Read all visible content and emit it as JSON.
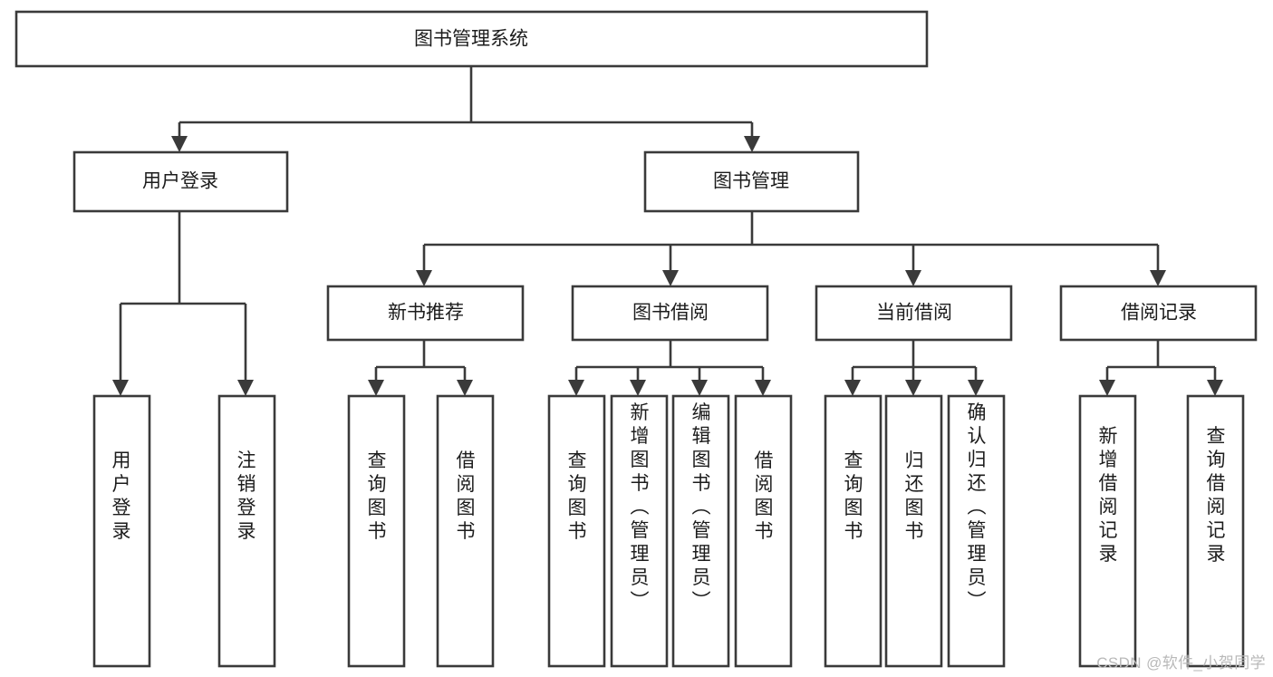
{
  "diagram": {
    "type": "tree-hierarchy-chart",
    "title": "图书管理系统",
    "watermark": "CSDN @软件_小贺同学",
    "colors": {
      "stroke": "#3a3a3a",
      "fill": "#ffffff",
      "text": "#1c1c1c",
      "watermark": "#b9b9b9"
    },
    "levels": [
      {
        "level": 1,
        "nodes": [
          {
            "id": "root",
            "label": "图书管理系统",
            "orientation": "horizontal"
          }
        ]
      },
      {
        "level": 2,
        "nodes": [
          {
            "id": "user-login",
            "label": "用户登录",
            "orientation": "horizontal",
            "parent": "root"
          },
          {
            "id": "book-manage",
            "label": "图书管理",
            "orientation": "horizontal",
            "parent": "root"
          }
        ]
      },
      {
        "level": 3,
        "nodes": [
          {
            "id": "new-book-rec",
            "label": "新书推荐",
            "orientation": "horizontal",
            "parent": "book-manage"
          },
          {
            "id": "book-borrow",
            "label": "图书借阅",
            "orientation": "horizontal",
            "parent": "book-manage"
          },
          {
            "id": "current-borrow",
            "label": "当前借阅",
            "orientation": "horizontal",
            "parent": "book-manage"
          },
          {
            "id": "borrow-record",
            "label": "借阅记录",
            "orientation": "horizontal",
            "parent": "book-manage"
          }
        ]
      },
      {
        "level": 4,
        "nodes": [
          {
            "id": "leaf-user-login",
            "label": "用户登录",
            "orientation": "vertical",
            "parent": "user-login"
          },
          {
            "id": "leaf-user-logout",
            "label": "注销登录",
            "orientation": "vertical",
            "parent": "user-login"
          },
          {
            "id": "leaf-query-book-1",
            "label": "查询图书",
            "orientation": "vertical",
            "parent": "new-book-rec"
          },
          {
            "id": "leaf-borrow-book-1",
            "label": "借阅图书",
            "orientation": "vertical",
            "parent": "new-book-rec"
          },
          {
            "id": "leaf-query-book-2",
            "label": "查询图书",
            "orientation": "vertical",
            "parent": "book-borrow"
          },
          {
            "id": "leaf-add-book",
            "label": "新增图书（管理员）",
            "orientation": "vertical",
            "parent": "book-borrow"
          },
          {
            "id": "leaf-edit-book",
            "label": "编辑图书（管理员）",
            "orientation": "vertical",
            "parent": "book-borrow"
          },
          {
            "id": "leaf-borrow-book-2",
            "label": "借阅图书",
            "orientation": "vertical",
            "parent": "book-borrow"
          },
          {
            "id": "leaf-query-book-3",
            "label": "查询图书",
            "orientation": "vertical",
            "parent": "current-borrow"
          },
          {
            "id": "leaf-return-book",
            "label": "归还图书",
            "orientation": "vertical",
            "parent": "current-borrow"
          },
          {
            "id": "leaf-confirm-return",
            "label": "确认归还（管理员）",
            "orientation": "vertical",
            "parent": "current-borrow"
          },
          {
            "id": "leaf-add-record",
            "label": "新增借阅记录",
            "orientation": "vertical",
            "parent": "borrow-record"
          },
          {
            "id": "leaf-query-record",
            "label": "查询借阅记录",
            "orientation": "vertical",
            "parent": "borrow-record"
          }
        ]
      }
    ]
  }
}
